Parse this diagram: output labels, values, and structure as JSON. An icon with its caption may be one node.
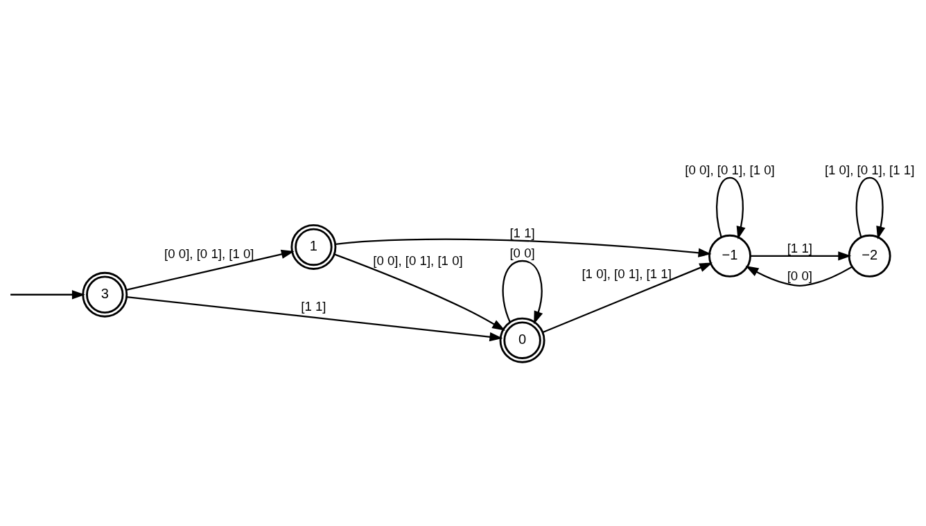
{
  "diagram": {
    "nodes": [
      {
        "text": [
          "3"
        ]
      },
      {
        "text": [
          "1"
        ]
      },
      {
        "text": [
          "0"
        ]
      },
      {
        "text": [
          "−1"
        ]
      },
      {
        "text": [
          "−2"
        ]
      }
    ],
    "edges": [
      {
        "from": null,
        "to": 0,
        "arrow": "to"
      },
      {
        "from": 0,
        "to": 1,
        "arrow": "to",
        "label": "[0 0], [0 1], [1 0]"
      },
      {
        "from": 0,
        "to": 2,
        "arrow": "to",
        "label": "[1 1]"
      },
      {
        "from": 1,
        "to": 2,
        "arrow": "to",
        "label": "[0 0], [0 1], [1 0]"
      },
      {
        "from": 1,
        "to": 3,
        "arrow": "to",
        "label": "[1 1]"
      },
      {
        "from": 2,
        "to": 2,
        "arrow": "to",
        "label": "[0 0]"
      },
      {
        "from": 2,
        "to": 3,
        "arrow": "to",
        "label": "[1 0], [0 1], [1 1]"
      },
      {
        "from": 3,
        "to": 3,
        "arrow": "to",
        "label": "[0 0], [0 1], [1 0]"
      },
      {
        "from": 3,
        "to": 4,
        "arrow": "to",
        "label": "[1 1]"
      },
      {
        "from": 4,
        "to": 3,
        "arrow": "to",
        "label": "[0 0]"
      },
      {
        "from": 4,
        "to": 4,
        "arrow": "to",
        "label": "[1 0], [0 1], [1 1]"
      }
    ]
  }
}
